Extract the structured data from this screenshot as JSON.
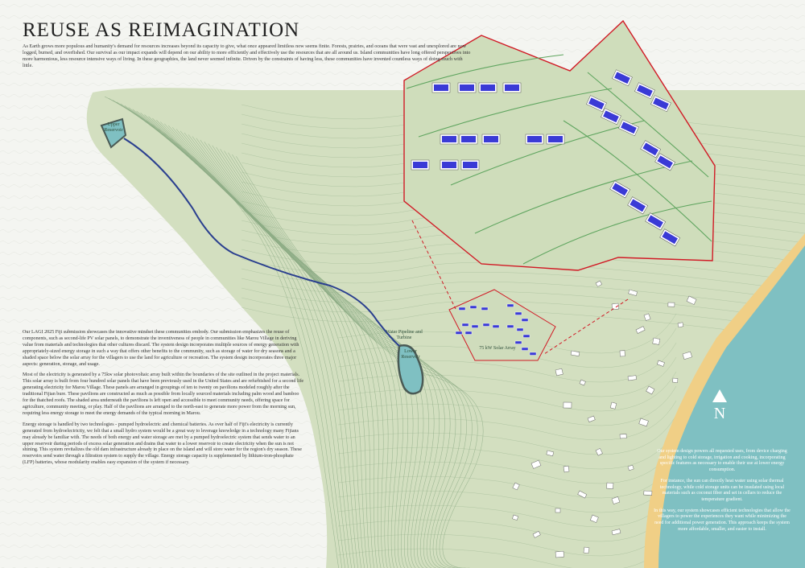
{
  "title": "REUSE AS REIMAGINATION",
  "intro": "As Earth grows more populous and humanity's demand for resources increases beyond its capacity to give, what once appeared limitless now seems finite. Forests, prairies, and oceans that were vast and unexplored are now logged, burned, and overfished. Our survival as our impact expands will depend on our ability to more efficiently and effectively use the resources that are all around us. Island communities have long offered perspectives into more harmonious, less resource intensive ways of living. In these geographies, the land never seemed infinite. Driven by the constraints of having less, these communities have invented countless ways of doing much with little.",
  "body": [
    "Our LAGI 2025 Fiji submission showcases the innovative mindset these communities embody. Our submission emphasizes the reuse of components, such as second-life PV solar panels, to demonstrate the inventiveness of people in communities like Marou Village in deriving value from materials and technologies that other cultures discard. The system design incorporates multiple sources of energy generation with appropriately-sized energy storage in such a way that offers other benefits to the community, such as storage of water for dry seasons and a shaded space below the solar array for the villagers to use the land for agriculture or recreation. The system design incorporates three major aspects: generation, storage, and usage.",
    "Most of the electricity is generated by a 75kw solar photovoltaic array built within the boundaries of the site outlined in the project materials. This solar array is built from four hundred solar panels that have been previously used in the United States and are refurbished for a second life generating electricity for Marou Village. These panels are arranged in groupings of ten to twenty on pavilions modeled roughly after the traditional Fijian bure. These pavilions are constructed as much as possible from locally sourced materials including palm wood and bamboo for the thatched roofs. The shaded area underneath the pavilions is left open and accessible to meet community needs, offering space for agriculture, community meeting, or play. Half of the pavilions are arranged to the north-east to generate more power from the morning sun, requiring less energy storage to meet the energy demands of the typical morning in Marou.",
    "Energy storage is handled by two technologies - pumped hydroelectric and chemical batteries. As over half of Fiji's electricity is currently generated from hydroelectricity, we felt that a small hydro system would be a great way to leverage knowledge in a technology many Fijians may already be familiar with. The needs of both energy and water storage are met by a pumped hydroelectric system that sends water to an upper reservoir during periods of excess solar generation and drains that water to a lower reservoir to create electricity when the sun is not shining. This system revitalizes the old dam infrastructure already in place on the island and will store water for the region's dry season. These reservoirs send water through a filtration system to supply the village. Energy storage capacity is supplemented by lithium-iron-phosphate (LFP) batteries, whose modularity enables easy expansion of the system if necessary."
  ],
  "right": [
    "Our system design powers all requested uses, from device charging and lighting to cold storage, irrigation and cooking, incorporating specific features as necessary to enable their use at lower energy consumption.",
    "For instance, the sun can directly heat water using solar thermal technology, while cold storage units can be insulated using local materials such as coconut fiber and set in cellars to reduce the temperature gradient.",
    "In this way, our system showcases efficient technologies that allow the villagers to power the experiences they want while minimizing the need for additional power generation. This approach keeps the system more affordable, smaller, and easier to install."
  ],
  "labels": {
    "upper_reservoir": "Upper Reservoir",
    "pipeline": "Water Pipeline and Turbine",
    "lower_reservoir": "Lower Reservoir",
    "solar_array": "75 kW Solar Array",
    "north": "N"
  },
  "colors": {
    "land": "#d3dfc0",
    "sea": "#7fc0c2",
    "beach": "#f0cf86",
    "contour": "#8cab84",
    "pipeline": "#2a3f8f",
    "reservoir": "#7fc0c2",
    "site_outline": "#d11a25",
    "panel": "#3a3ad6"
  }
}
